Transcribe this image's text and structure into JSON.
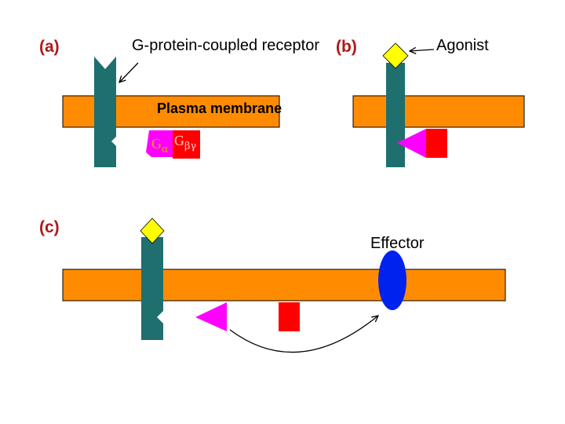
{
  "panels": {
    "a": {
      "label": "(a)",
      "receptor_label": "G-protein-coupled receptor",
      "membrane_label": "Plasma membrane",
      "g_alpha_label": "G",
      "g_alpha_sub": "α",
      "g_betagamma_label": "G",
      "g_betagamma_sub": "βγ"
    },
    "b": {
      "label": "(b)",
      "agonist_label": "Agonist"
    },
    "c": {
      "label": "(c)",
      "effector_label": "Effector"
    }
  },
  "colors": {
    "label_red": "#b01818",
    "membrane": "#ff8c00",
    "receptor": "#1f6f6f",
    "g_alpha": "#ff00ff",
    "g_betagamma": "#ff0000",
    "agonist": "#ffff00",
    "effector": "#0022ee"
  }
}
